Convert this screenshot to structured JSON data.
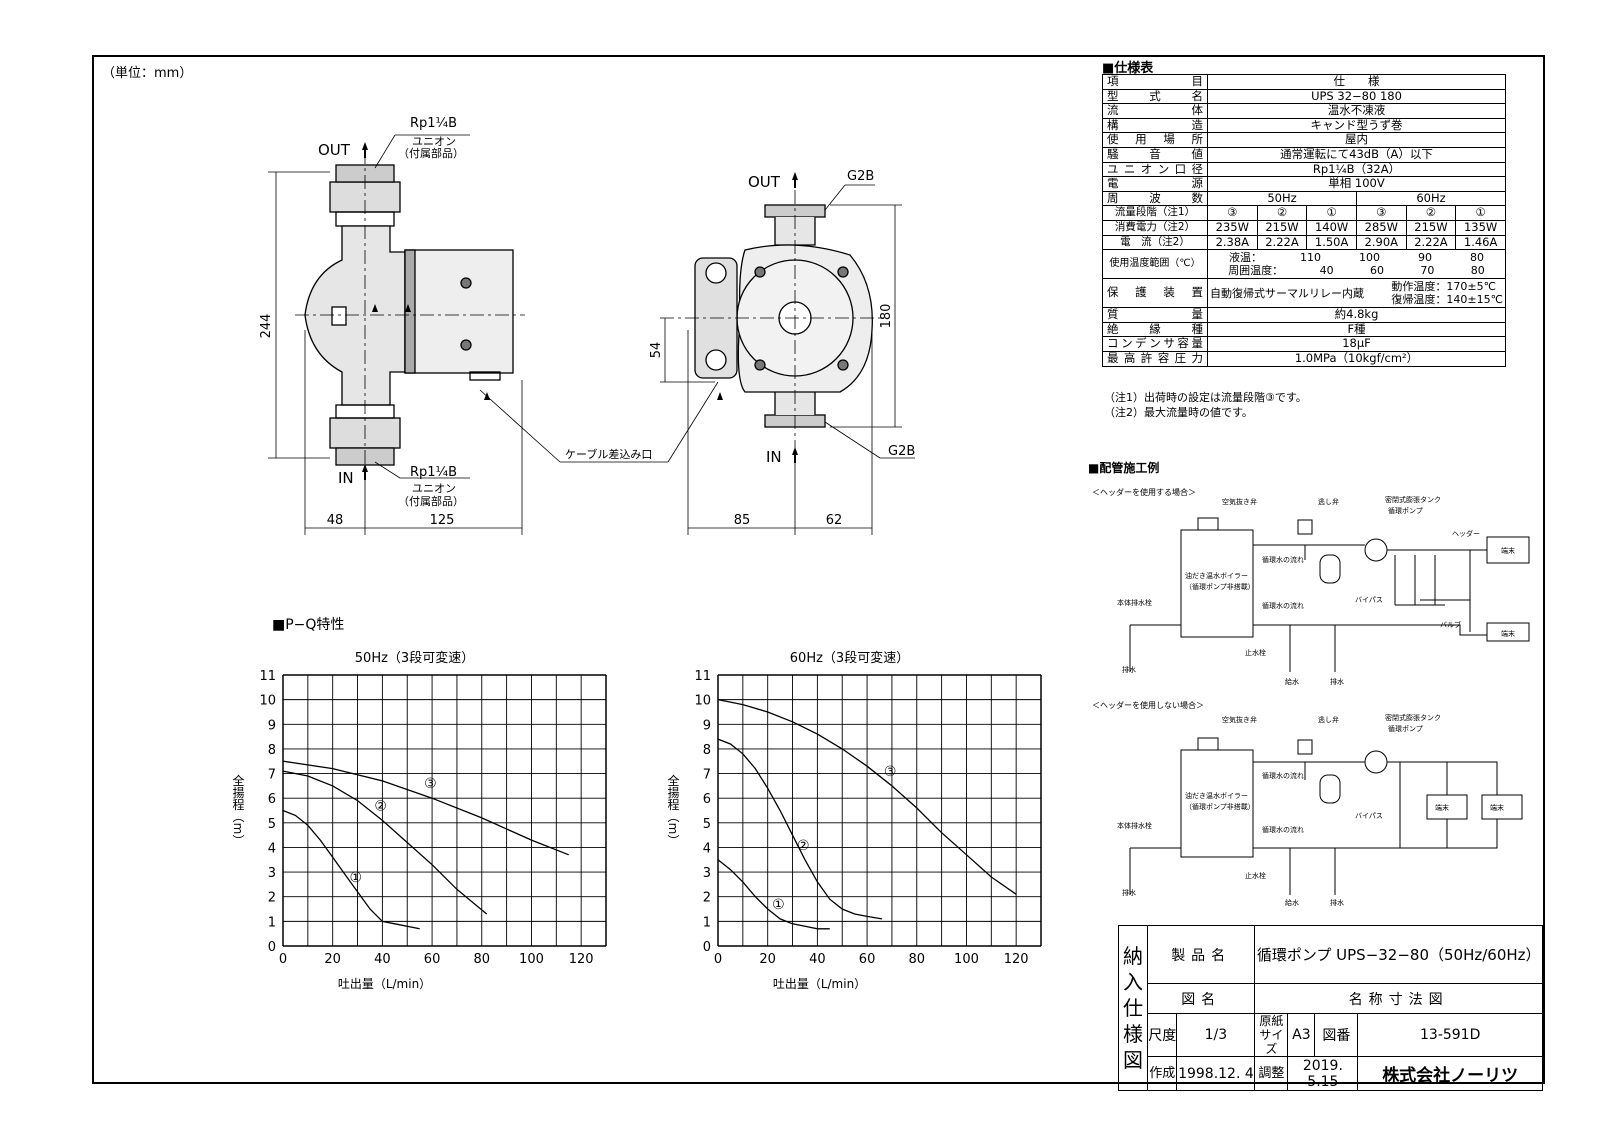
{
  "unit_label": "（単位：mm）",
  "side_view": {
    "out_label": "OUT",
    "in_label": "IN",
    "rp_top": "Rp1¼B",
    "union_top": "ユニオン",
    "attached_top": "（付属部品）",
    "rp_bottom": "Rp1¼B",
    "union_bottom": "ユニオン",
    "attached_bottom": "（付属部品）",
    "dim_height": "244",
    "dim_left": "48",
    "dim_right": "125"
  },
  "front_view": {
    "out_label": "OUT",
    "in_label": "IN",
    "g2b_top": "G2B",
    "g2b_bottom": "G2B",
    "cable_label": "ケーブル差込み口",
    "dim_54": "54",
    "dim_180": "180",
    "dim_85": "85",
    "dim_62": "62"
  },
  "spec": {
    "title": "■仕様表",
    "rows": [
      {
        "label": "項目",
        "value": "仕　　様"
      },
      {
        "label": "型式名",
        "value": "UPS 32−80 180"
      },
      {
        "label": "流体",
        "value": "温水不凍液"
      },
      {
        "label": "構造",
        "value": "キャンド型うず巻"
      },
      {
        "label": "使用場所",
        "value": "屋内"
      },
      {
        "label": "騒音値",
        "value": "通常運転にて43dB（A）以下"
      },
      {
        "label": "ユニオン口径",
        "value": "Rp1¼B（32A）"
      },
      {
        "label": "電源",
        "value": "単相 100V"
      }
    ],
    "freq_label": "周波数",
    "freq_50": "50Hz",
    "freq_60": "60Hz",
    "stage_label": "流量段階（注1）",
    "stages": [
      "③",
      "②",
      "①",
      "③",
      "②",
      "①"
    ],
    "power_label": "消費電力（注2）",
    "power": [
      "235W",
      "215W",
      "140W",
      "285W",
      "215W",
      "135W"
    ],
    "current_label": "電　流（注2）",
    "current": [
      "2.38A",
      "2.22A",
      "1.50A",
      "2.90A",
      "2.22A",
      "1.46A"
    ],
    "temp_label": "使用温度範囲（℃）",
    "liquid_label": "液温：",
    "liquid": [
      "110",
      "100",
      "90",
      "80"
    ],
    "ambient_label": "周囲温度：",
    "ambient": [
      "40",
      "60",
      "70",
      "80"
    ],
    "protect_label": "保護装置",
    "protect_value": "自動復帰式サーマルリレー内蔵",
    "protect_op": "動作温度：170±5℃",
    "protect_reset": "復帰温度：140±15℃",
    "rows2": [
      {
        "label": "質量",
        "value": "約4.8kg"
      },
      {
        "label": "絶縁種",
        "value": "F種"
      },
      {
        "label": "コンデンサ容量",
        "value": "18μF"
      },
      {
        "label": "最高許容圧力",
        "value": "1.0MPa（10kgf/cm²）"
      }
    ],
    "note1": "（注1）出荷時の設定は流量段階③です。",
    "note2": "（注2）最大流量時の値です。"
  },
  "piping": {
    "title": "■配管施工例",
    "case1": "＜ヘッダーを使用する場合＞",
    "case2": "＜ヘッダーを使用しない場合＞",
    "labels": {
      "air_vent": "空気抜き弁",
      "relief": "逃し弁",
      "tank": "密閉式膨張タンク",
      "pump": "循環ポンプ",
      "header": "ヘッダー",
      "terminal": "端末",
      "boiler1": "油だき温水ボイラー",
      "boiler2": "（循環ポンプ非搭載）",
      "flow": "循環水の流れ",
      "drain_plug": "本体排水栓",
      "bypass": "バイパス",
      "valve": "バルブ",
      "stop_valve": "止水栓",
      "supply": "給水",
      "drain": "排水"
    }
  },
  "pq_title": "■P−Q特性",
  "chart_data": [
    {
      "type": "line",
      "title": "50Hz（3段可変速）",
      "xlabel": "吐出量（L/min）",
      "ylabel": "全揚程（m）",
      "xlim": [
        0,
        130
      ],
      "ylim": [
        0,
        11
      ],
      "xticks": [
        0,
        20,
        40,
        60,
        80,
        100,
        120
      ],
      "yticks": [
        0,
        1,
        2,
        3,
        4,
        5,
        6,
        7,
        8,
        9,
        10,
        11
      ],
      "grid": true,
      "series": [
        {
          "name": "③",
          "x": [
            0,
            20,
            40,
            60,
            80,
            100,
            115
          ],
          "y": [
            7.5,
            7.2,
            6.7,
            6.0,
            5.2,
            4.3,
            3.7
          ]
        },
        {
          "name": "②",
          "x": [
            0,
            10,
            20,
            30,
            40,
            50,
            60,
            70,
            82
          ],
          "y": [
            7.1,
            6.9,
            6.5,
            5.9,
            5.1,
            4.2,
            3.3,
            2.3,
            1.3
          ]
        },
        {
          "name": "①",
          "x": [
            0,
            5,
            10,
            15,
            20,
            25,
            30,
            35,
            40,
            45,
            55
          ],
          "y": [
            5.5,
            5.3,
            4.9,
            4.3,
            3.6,
            2.9,
            2.2,
            1.5,
            1.0,
            0.9,
            0.7
          ]
        }
      ]
    },
    {
      "type": "line",
      "title": "60Hz（3段可変速）",
      "xlabel": "吐出量（L/min）",
      "ylabel": "全揚程（m）",
      "xlim": [
        0,
        130
      ],
      "ylim": [
        0,
        11
      ],
      "xticks": [
        0,
        20,
        40,
        60,
        80,
        100,
        120
      ],
      "yticks": [
        0,
        1,
        2,
        3,
        4,
        5,
        6,
        7,
        8,
        9,
        10,
        11
      ],
      "grid": true,
      "series": [
        {
          "name": "③",
          "x": [
            0,
            10,
            20,
            30,
            40,
            50,
            60,
            70,
            80,
            90,
            100,
            110,
            120
          ],
          "y": [
            10.0,
            9.8,
            9.5,
            9.1,
            8.6,
            8.0,
            7.3,
            6.5,
            5.6,
            4.6,
            3.7,
            2.8,
            2.1
          ]
        },
        {
          "name": "②",
          "x": [
            0,
            5,
            10,
            15,
            20,
            25,
            30,
            35,
            40,
            45,
            50,
            55,
            60,
            66
          ],
          "y": [
            8.4,
            8.2,
            7.8,
            7.2,
            6.4,
            5.5,
            4.5,
            3.5,
            2.6,
            1.9,
            1.5,
            1.3,
            1.2,
            1.1
          ]
        },
        {
          "name": "①",
          "x": [
            0,
            5,
            10,
            15,
            20,
            25,
            30,
            35,
            40,
            45
          ],
          "y": [
            3.5,
            3.1,
            2.6,
            2.0,
            1.5,
            1.1,
            0.9,
            0.8,
            0.7,
            0.7
          ]
        }
      ]
    }
  ],
  "title_block": {
    "side_label": [
      "納",
      "入",
      "仕",
      "様",
      "図"
    ],
    "product_label": "製品名",
    "product_value": "循環ポンプ UPS−32−80（50Hz/60Hz）",
    "drawing_label": "図名",
    "drawing_value": "名称寸法図",
    "scale_label": "尺度",
    "scale_value": "1/3",
    "paper_label": "原紙サイズ",
    "paper_value": "A3",
    "number_label": "図番",
    "number_value": "13-591D",
    "created_label": "作成",
    "created_value": "1998.12. 4",
    "revised_label": "調整",
    "revised_value": "2019. 5.15",
    "company": "株式会社ノーリツ"
  }
}
